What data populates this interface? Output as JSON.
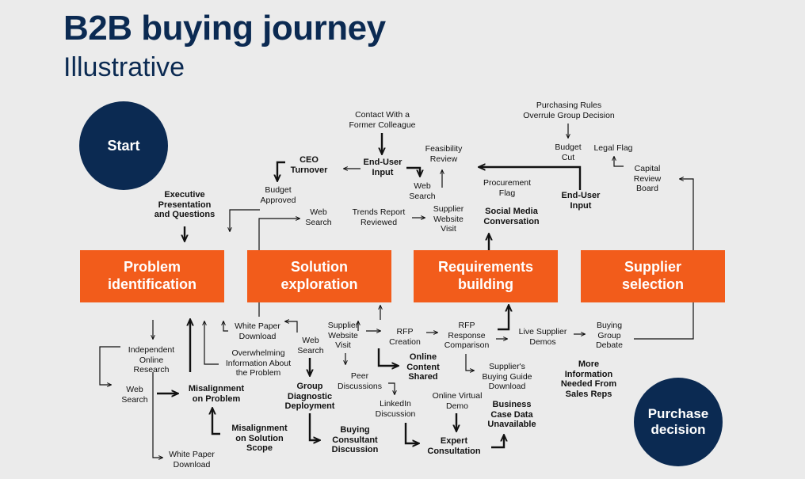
{
  "header": {
    "title": "B2B buying journey",
    "subtitle": "Illustrative"
  },
  "circles": {
    "start": "Start",
    "end": "Purchase\ndecision"
  },
  "stages": [
    {
      "id": "problem",
      "label": "Problem\nidentification"
    },
    {
      "id": "solution",
      "label": "Solution\nexploration"
    },
    {
      "id": "requirements",
      "label": "Requirements\nbuilding"
    },
    {
      "id": "supplier",
      "label": "Supplier\nselection"
    }
  ],
  "labels": {
    "contact_colleague": "Contact With a\nFormer Colleague",
    "end_user_input_1": "End-User\nInput",
    "ceo_turnover": "CEO\nTurnover",
    "feasibility_review": "Feasibility\nReview",
    "budget_approved": "Budget\nApproved",
    "web_search_top": "Web\nSearch",
    "executive_presentation": "Executive\nPresentation\nand Questions",
    "web_search_top2": "Web\nSearch",
    "trends_report": "Trends Report\nReviewed",
    "supplier_website_visit_top": "Supplier\nWebsite\nVisit",
    "procurement_flag": "Procurement\nFlag",
    "social_media": "Social Media\nConversation",
    "purchasing_rules": "Purchasing Rules\nOverrule Group Decision",
    "budget_cut": "Budget\nCut",
    "legal_flag": "Legal Flag",
    "end_user_input_2": "End-User\nInput",
    "capital_review": "Capital\nReview\nBoard",
    "white_paper_download_1": "White Paper\nDownload",
    "overwhelming_info": "Overwhelming\nInformation About\nthe Problem",
    "independent_research": "Independent\nOnline\nResearch",
    "web_search_bottom": "Web\nSearch",
    "misalignment_problem": "Misalignment\non Problem",
    "misalignment_scope": "Misalignment\non Solution\nScope",
    "white_paper_download_2": "White Paper\nDownload",
    "web_search_mid": "Web\nSearch",
    "supplier_website_visit_bottom": "Supplier\nWebsite\nVisit",
    "group_diagnostic": "Group\nDiagnostic\nDeployment",
    "buying_consultant": "Buying\nConsultant\nDiscussion",
    "peer_discussions": "Peer\nDiscussions",
    "linkedin_discussion": "LinkedIn\nDiscussion",
    "rfp_creation": "RFP\nCreation",
    "online_content_shared": "Online\nContent\nShared",
    "rfp_comparison": "RFP\nResponse\nComparison",
    "suppliers_guide": "Supplier's\nBuying Guide\nDownload",
    "online_virtual_demo": "Online Virtual\nDemo",
    "expert_consultation": "Expert\nConsultation",
    "business_case": "Business\nCase Data\nUnavailable",
    "live_demos": "Live Supplier\nDemos",
    "group_debate": "Buying\nGroup\nDebate",
    "more_info": "More\nInformation\nNeeded From\nSales Reps"
  },
  "colors": {
    "navy": "#0b2a52",
    "orange": "#f25c1b",
    "background": "#ebebeb"
  }
}
